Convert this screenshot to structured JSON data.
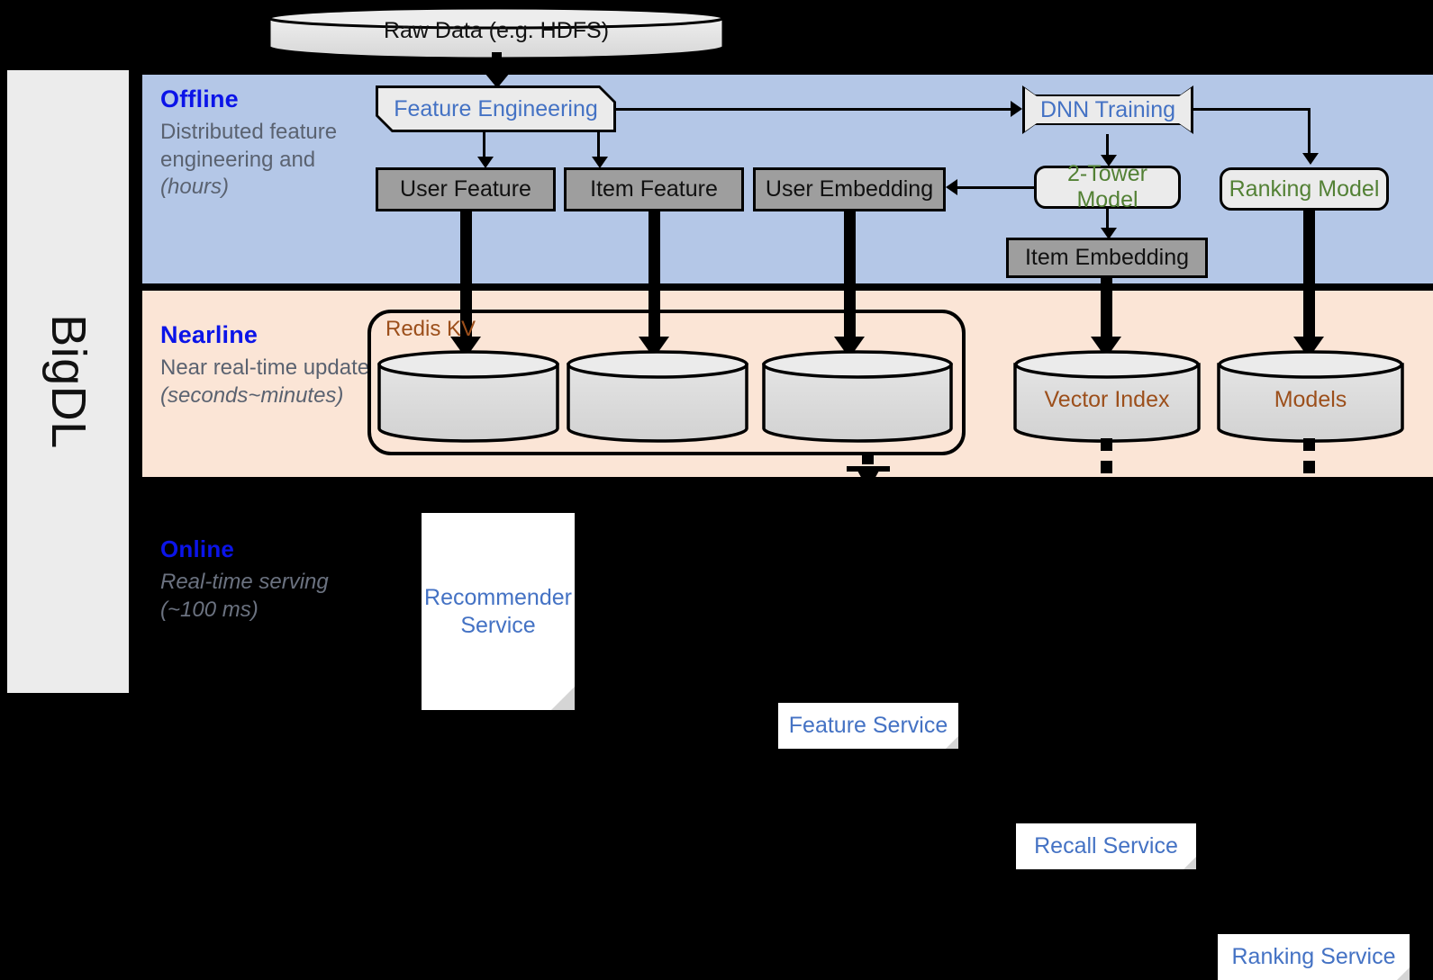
{
  "sidebar": {
    "label": "BigDL"
  },
  "bands": {
    "offline": {
      "title": "Offline",
      "subtitle": "Distributed feature engineering and ",
      "subtitle_em": "(hours)"
    },
    "nearline": {
      "title": "Nearline",
      "subtitle": "Near real-time update ",
      "subtitle_em": "(seconds~minutes)"
    },
    "online": {
      "title": "Online",
      "subtitle": "Real-time serving ",
      "subtitle_em": "(~100 ms)"
    }
  },
  "nodes": {
    "raw_data": "Raw Data (e.g. HDFS)",
    "feature_engineering": "Feature Engineering",
    "dnn_training": "DNN Training",
    "user_feature": "User Feature",
    "item_feature": "Item Feature",
    "user_embedding": "User Embedding",
    "two_tower_model": "2-Tower Model",
    "ranking_model": "Ranking Model",
    "item_embedding": "Item Embedding",
    "redis_kv": "Redis KV",
    "vector_index": "Vector Index",
    "models": "Models",
    "recommender_service": "Recommender Service",
    "feature_service": "Feature Service",
    "recall_service": "Recall Service",
    "ranking_service": "Ranking Service"
  },
  "colors": {
    "offline_band": "#b4c7e7",
    "nearline_band": "#fbe5d6",
    "online_band": "#000000",
    "band_title": "#0b14e8",
    "blue_text": "#4472c4",
    "green_text": "#538135",
    "brown_text": "#9c4f1b",
    "gray_box": "#9e9e9e",
    "proc_box": "#ebebeb",
    "sidebar": "#ececec"
  }
}
